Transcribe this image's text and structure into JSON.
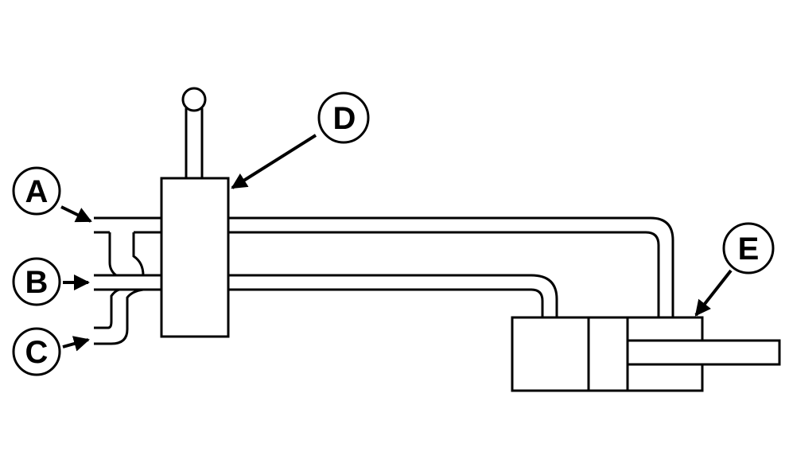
{
  "diagram": {
    "colors": {
      "line": "#000000",
      "fill": "#ffffff"
    },
    "callouts": {
      "a": {
        "label": "A"
      },
      "b": {
        "label": "B"
      },
      "c": {
        "label": "C"
      },
      "d": {
        "label": "D"
      },
      "e": {
        "label": "E"
      }
    }
  }
}
